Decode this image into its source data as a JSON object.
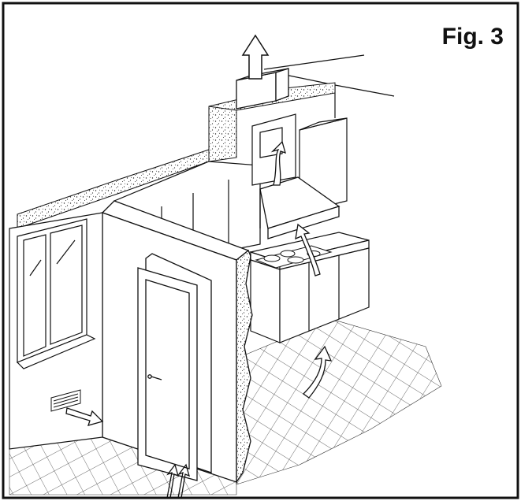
{
  "figure": {
    "label": "Fig. 3"
  },
  "colors": {
    "line": "#111111",
    "background": "#ffffff",
    "speckle": "#222222"
  },
  "icons": [
    "airflow-arrow",
    "exhaust-arrow",
    "door",
    "window",
    "cooktop",
    "range-hood",
    "wall-vent"
  ]
}
